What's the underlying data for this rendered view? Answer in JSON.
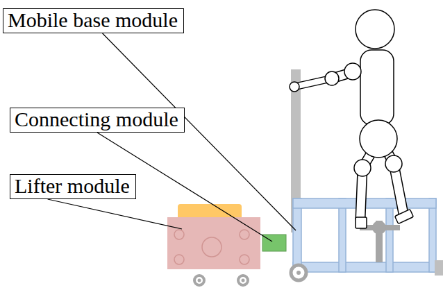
{
  "diagram": {
    "nodes": [
      {
        "text": [
          "Mobile base module"
        ]
      },
      {
        "text": [
          "Connecting module"
        ]
      },
      {
        "text": [
          "Lifter module"
        ]
      }
    ]
  }
}
